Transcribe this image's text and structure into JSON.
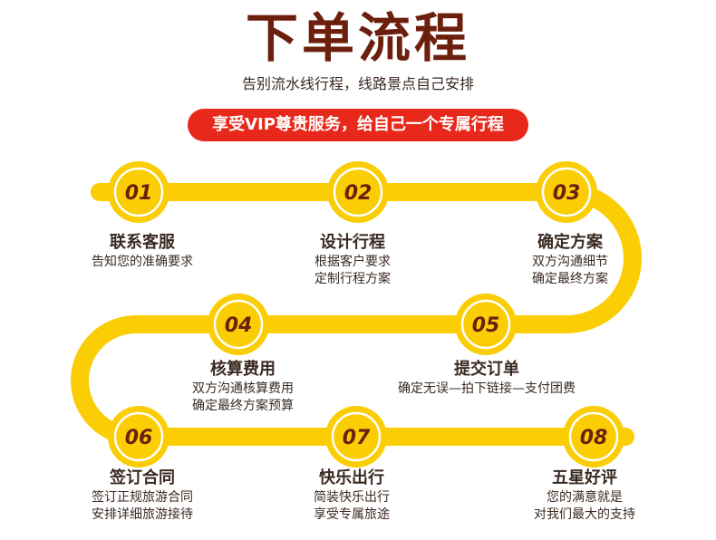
{
  "header": {
    "title": "下单流程",
    "subtitle": "告别流水线行程，线路景点自己安排",
    "banner": "享受VIP尊贵服务，给自己一个专属行程"
  },
  "colors": {
    "track": "#fbcd05",
    "badge_fill": "#fbcd05",
    "badge_ring": "#ffffff",
    "title": "#6b1f0c",
    "banner": "#e8281a"
  },
  "steps": [
    {
      "num": "01",
      "name": "联系客服",
      "lines": [
        "告知您的准确要求"
      ]
    },
    {
      "num": "02",
      "name": "设计行程",
      "lines": [
        "根据客户要求",
        "定制行程方案"
      ]
    },
    {
      "num": "03",
      "name": "确定方案",
      "lines": [
        "双方沟通细节",
        "确定最终方案"
      ]
    },
    {
      "num": "04",
      "name": "核算费用",
      "lines": [
        "双方沟通核算费用",
        "确定最终方案预算"
      ]
    },
    {
      "num": "05",
      "name": "提交订单",
      "lines": [
        "确定无误—拍下链接—支付团费"
      ]
    },
    {
      "num": "06",
      "name": "签订合同",
      "lines": [
        "签订正规旅游合同",
        "安排详细旅游接待"
      ]
    },
    {
      "num": "07",
      "name": "快乐出行",
      "lines": [
        "简装快乐出行",
        "享受专属旅途"
      ]
    },
    {
      "num": "08",
      "name": "五星好评",
      "lines": [
        "您的满意就是",
        "对我们最大的支持"
      ]
    }
  ]
}
